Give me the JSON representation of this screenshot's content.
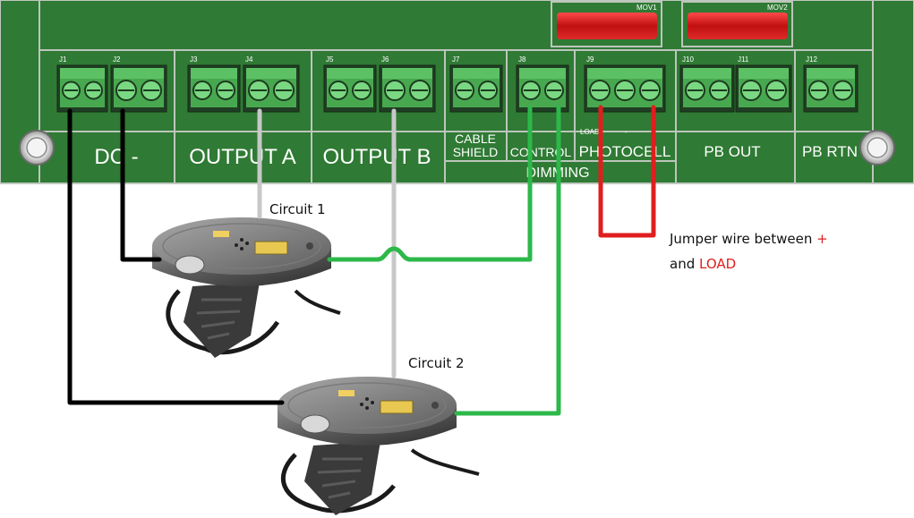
{
  "board": {
    "mov_labels": [
      "MOV1",
      "MOV2"
    ],
    "jacks": [
      "J1",
      "J2",
      "J3",
      "J4",
      "J5",
      "J6",
      "J7",
      "J8",
      "J9",
      "J10",
      "J11",
      "J12"
    ],
    "sections": {
      "dc_minus": "DC -",
      "output_a": "OUTPUT A",
      "output_b": "OUTPUT B",
      "cable": "CABLE",
      "shield": "SHIELD",
      "control": "CONTROL",
      "dimming": "DIMMING",
      "photocell": "PHOTOCELL",
      "pb_out": "PB OUT",
      "pb_rtn": "PB RTN"
    },
    "photocell_pins": {
      "load": "LOAD",
      "minus": "-"
    }
  },
  "annotations": {
    "circuit1": "Circuit 1",
    "circuit2": "Circuit 2",
    "jumper_line1_text": "Jumper wire between ",
    "jumper_plus": "+",
    "jumper_line2_text": "and ",
    "jumper_load": "LOAD"
  },
  "colors": {
    "board": "#2f7a34",
    "board_border": "#bfc8bf",
    "terminal": "#4caf50",
    "mov": "#d62020",
    "wire_black": "#000000",
    "wire_gray": "#c8c8c8",
    "wire_green": "#2db84a",
    "wire_red": "#e01e1e",
    "annotation_red": "#e01e1e"
  }
}
